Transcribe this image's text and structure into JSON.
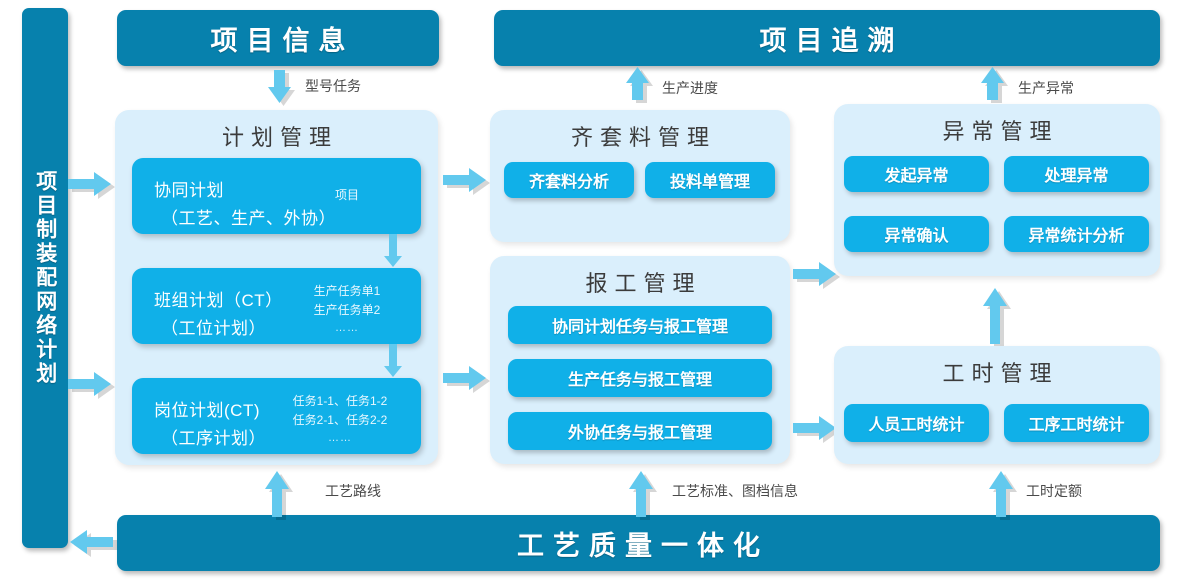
{
  "diagram": {
    "title_left_bar": "项目制装配网络计划",
    "bottom_bar": "工艺质量一体化",
    "headers": [
      {
        "id": "project-info",
        "label": "项目信息"
      },
      {
        "id": "project-trace",
        "label": "项目追溯"
      }
    ],
    "panels": {
      "plan": {
        "title": "计划管理",
        "boxes": [
          {
            "line1": "协同计划",
            "line2": "（工艺、生产、外协）",
            "side": [
              "项目"
            ]
          },
          {
            "line1": "班组计划（CT）",
            "line2": "（工位计划）",
            "side": [
              "生产任务单1",
              "生产任务单2",
              "……"
            ]
          },
          {
            "line1": "岗位计划(CT)",
            "line2": "（工序计划）",
            "side": [
              "任务1-1、任务1-2",
              "任务2-1、任务2-2",
              "……"
            ]
          }
        ]
      },
      "material": {
        "title": "齐套料管理",
        "chips": [
          "齐套料分析",
          "投料单管理"
        ]
      },
      "report": {
        "title": "报工管理",
        "chips": [
          "协同计划任务与报工管理",
          "生产任务与报工管理",
          "外协任务与报工管理"
        ]
      },
      "exception": {
        "title": "异常管理",
        "chips": [
          "发起异常",
          "处理异常",
          "异常确认",
          "异常统计分析"
        ]
      },
      "manhour": {
        "title": "工时管理",
        "chips": [
          "人员工时统计",
          "工序工时统计"
        ]
      }
    },
    "flow_labels": [
      {
        "id": "model-task",
        "text": "型号任务"
      },
      {
        "id": "production-progress",
        "text": "生产进度"
      },
      {
        "id": "production-exception",
        "text": "生产异常"
      },
      {
        "id": "process-route",
        "text": "工艺路线"
      },
      {
        "id": "process-standard-doc",
        "text": "工艺标准、图档信息"
      },
      {
        "id": "manhour-quota",
        "text": "工时定额"
      }
    ],
    "colors": {
      "dark_blue": "#0781ad",
      "bright_blue": "#10b0e8",
      "panel_bg": "#daeffc",
      "arrow": "#62c9ee",
      "page_bg": "#ffffff",
      "title_text": "#3b3b3b",
      "label_text": "#4a4a4a"
    }
  }
}
